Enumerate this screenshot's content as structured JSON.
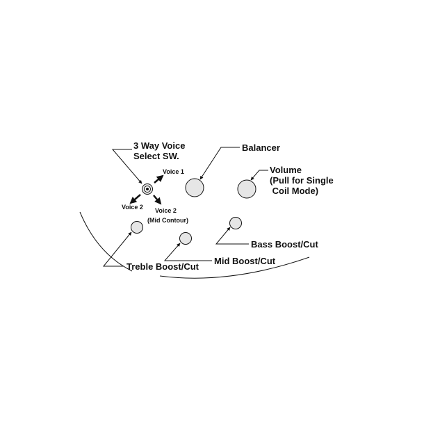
{
  "labels": {
    "switch_line1": "3 Way Voice",
    "switch_line2": "Select SW.",
    "voice1": "Voice 1",
    "voice2_left": "Voice 2",
    "voice2_bottom_line1": "Voice 2",
    "voice2_bottom_line2": "(Mid Contour)",
    "balancer": "Balancer",
    "volume_line1": "Volume",
    "volume_line2": "(Pull for Single",
    "volume_line3": " Coil Mode)",
    "bass": "Bass Boost/Cut",
    "mid": "Mid Boost/Cut",
    "treble": "Treble Boost/Cut"
  },
  "colors": {
    "knob_fill": "#e6e6e6",
    "line": "#111111"
  }
}
